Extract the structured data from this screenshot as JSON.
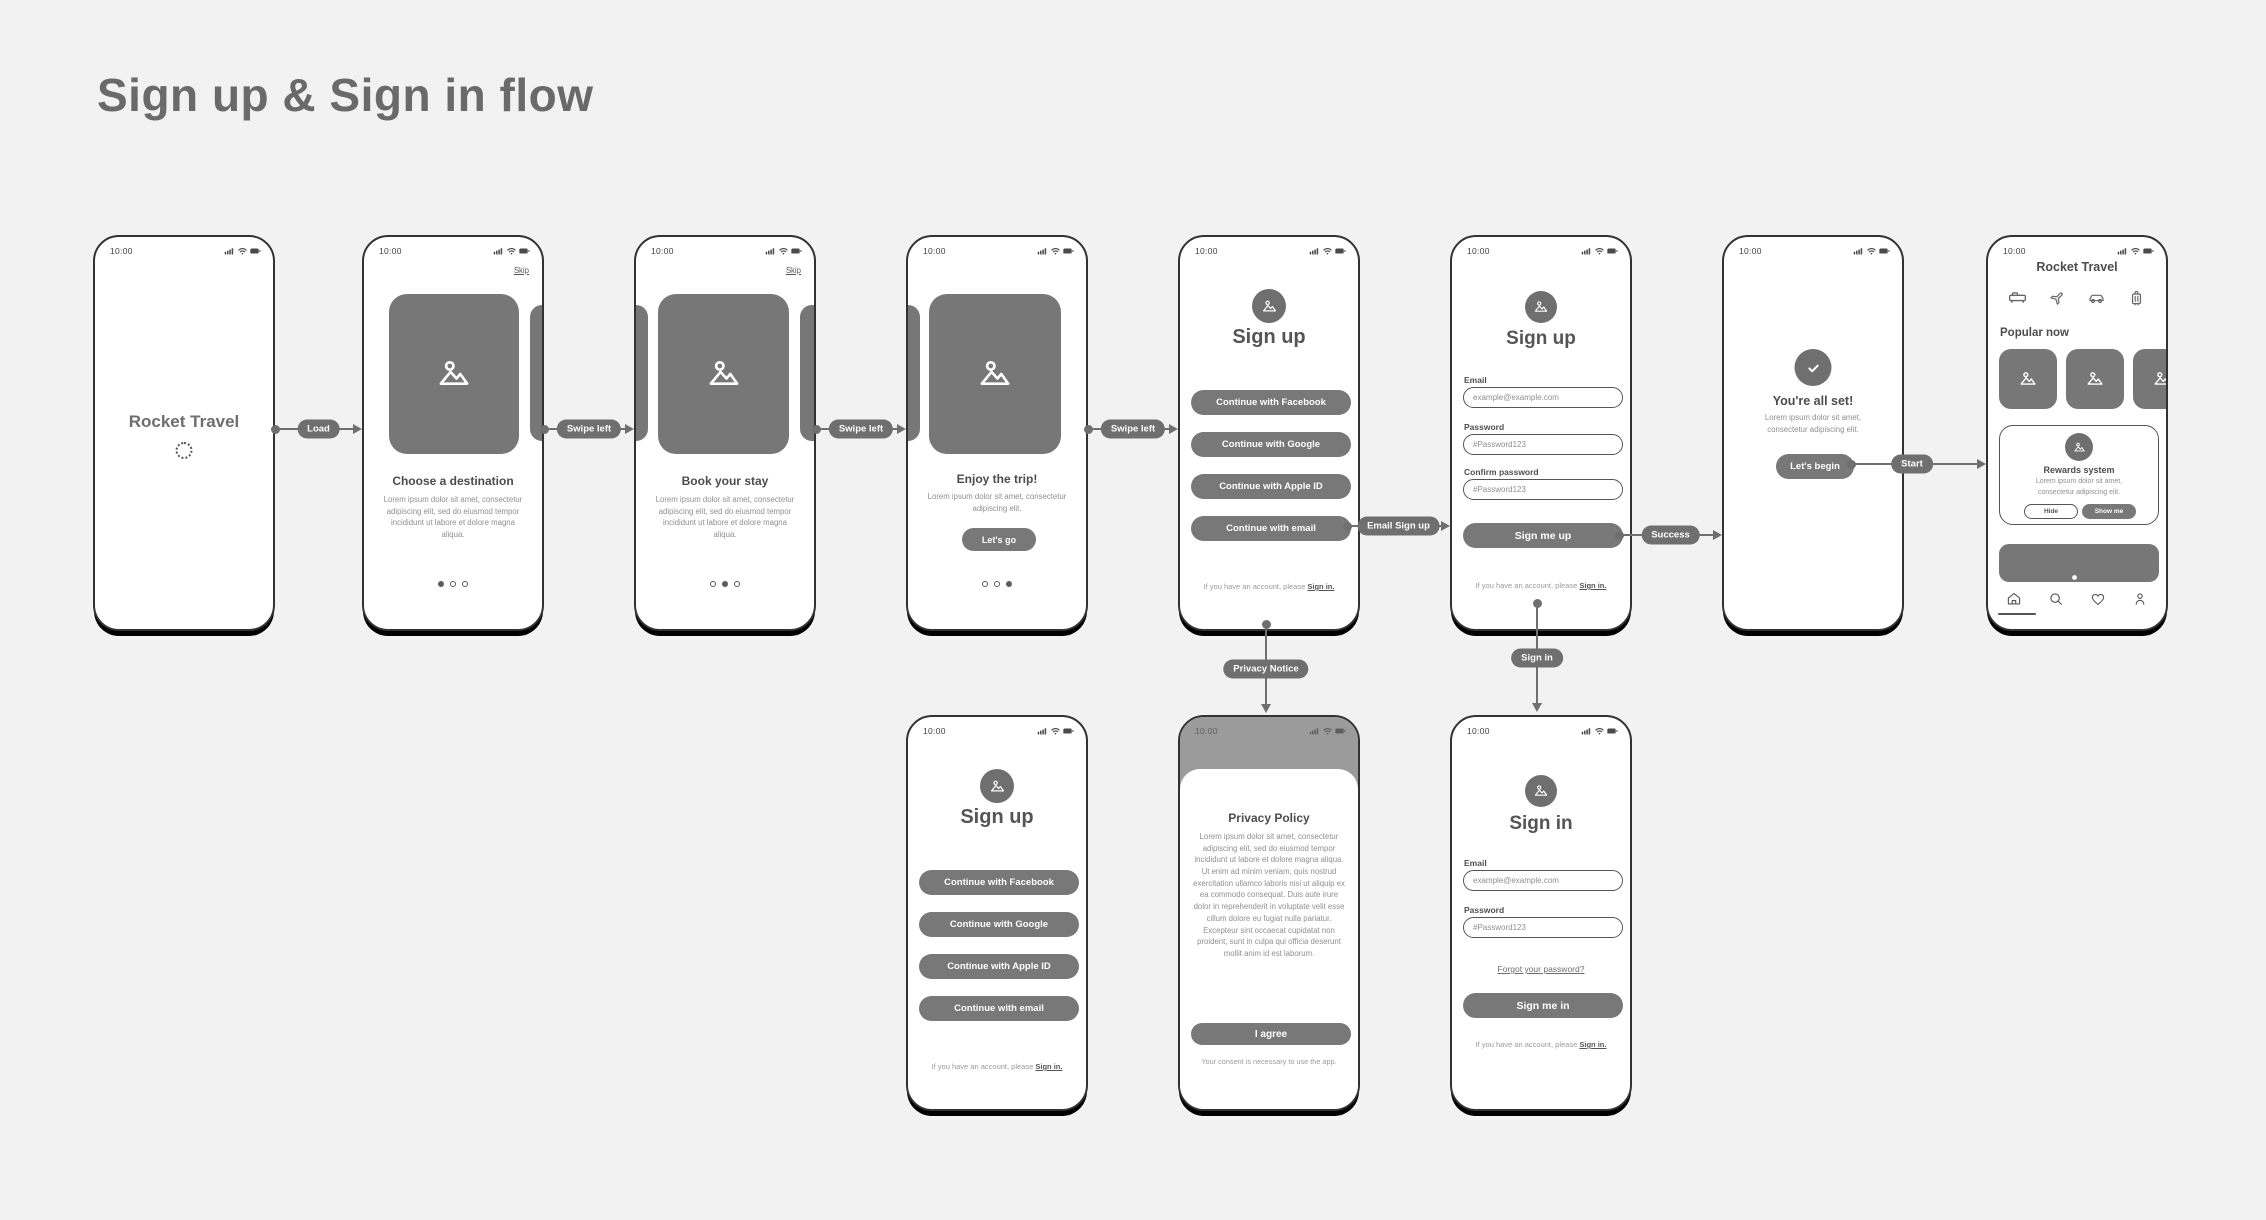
{
  "page": {
    "title": "Sign up & Sign in flow"
  },
  "status": {
    "time": "10:00",
    "icons": [
      "signal",
      "wifi",
      "battery"
    ]
  },
  "colors": {
    "background": "#f2f2f2",
    "wireframe_fill": "#787878",
    "arrow": "#6f6f6f",
    "heading": "#4c4c4c",
    "muted_text": "#8f8f8f"
  },
  "connectors": {
    "load": "Load",
    "swipe_left": "Swipe left",
    "email_sign_up": "Email Sign up",
    "success": "Success",
    "start": "Start",
    "privacy_notice": "Privacy Notice",
    "sign_in": "Sign in"
  },
  "screens": {
    "splash": {
      "app_name": "Rocket Travel"
    },
    "onboarding1": {
      "skip": "Skip",
      "title": "Choose a destination",
      "body": "Lorem ipsum dolor sit amet, consectetur adipiscing elit, sed do eiusmod tempor incididunt ut labore et dolore magna aliqua."
    },
    "onboarding2": {
      "skip": "Skip",
      "title": "Book your stay",
      "body": "Lorem ipsum dolor sit amet, consectetur adipiscing elit, sed do eiusmod tempor incididunt ut labore et dolore magna aliqua."
    },
    "onboarding3": {
      "title": "Enjoy the trip!",
      "body": "Lorem ipsum dolor sit amet, consectetur adipiscing elit.",
      "cta": "Let's go"
    },
    "signup_social": {
      "title": "Sign up",
      "buttons": [
        "Continue with Facebook",
        "Continue with Google",
        "Continue with Apple ID",
        "Continue with email"
      ],
      "footer_text": "If you have an account, please",
      "footer_link": "Sign in."
    },
    "signup_form": {
      "title": "Sign up",
      "email_label": "Email",
      "email_value": "example@example.com",
      "password_label": "Password",
      "password_value": "#Password123",
      "confirm_label": "Confirm password",
      "confirm_value": "#Password123",
      "cta": "Sign me up",
      "footer_text": "If you have an account, please",
      "footer_link": "Sign in."
    },
    "all_set": {
      "title": "You're all set!",
      "body": "Lorem ipsum dolor sit amet, consectetur adipiscing elit.",
      "cta": "Let's begin"
    },
    "home": {
      "app_name": "Rocket Travel",
      "category_icons": [
        "bed",
        "plane",
        "car",
        "luggage"
      ],
      "section_title": "Popular now",
      "rewards": {
        "title": "Rewards system",
        "body": "Lorem ipsum dolor sit amet, consectetur adipiscing elit.",
        "hide": "Hide",
        "show": "Show me"
      },
      "bottom_nav": [
        "home",
        "search",
        "heart",
        "profile"
      ]
    },
    "privacy": {
      "title": "Privacy Policy",
      "body": "Lorem ipsum dolor sit amet, consectetur adipiscing elit, sed do eiusmod tempor incididunt ut labore et dolore magna aliqua. Ut enim ad minim veniam, quis nostrud exercitation ullamco laboris nisi ut aliquip ex ea commodo consequat. Duis aute irure dolor in reprehenderit in voluptate velit esse cillum dolore eu fugiat nulla pariatur. Excepteur sint occaecat cupidatat non proident, sunt in culpa qui officia deserunt mollit anim id est laborum.",
      "cta": "I agree",
      "footer": "Your consent is necessary to use the app."
    },
    "signin": {
      "title": "Sign in",
      "email_label": "Email",
      "email_value": "example@example.com",
      "password_label": "Password",
      "password_value": "#Password123",
      "forgot": "Forgot your password?",
      "cta": "Sign me in",
      "footer_text": "If you have an account, please",
      "footer_link": "Sign in."
    }
  }
}
